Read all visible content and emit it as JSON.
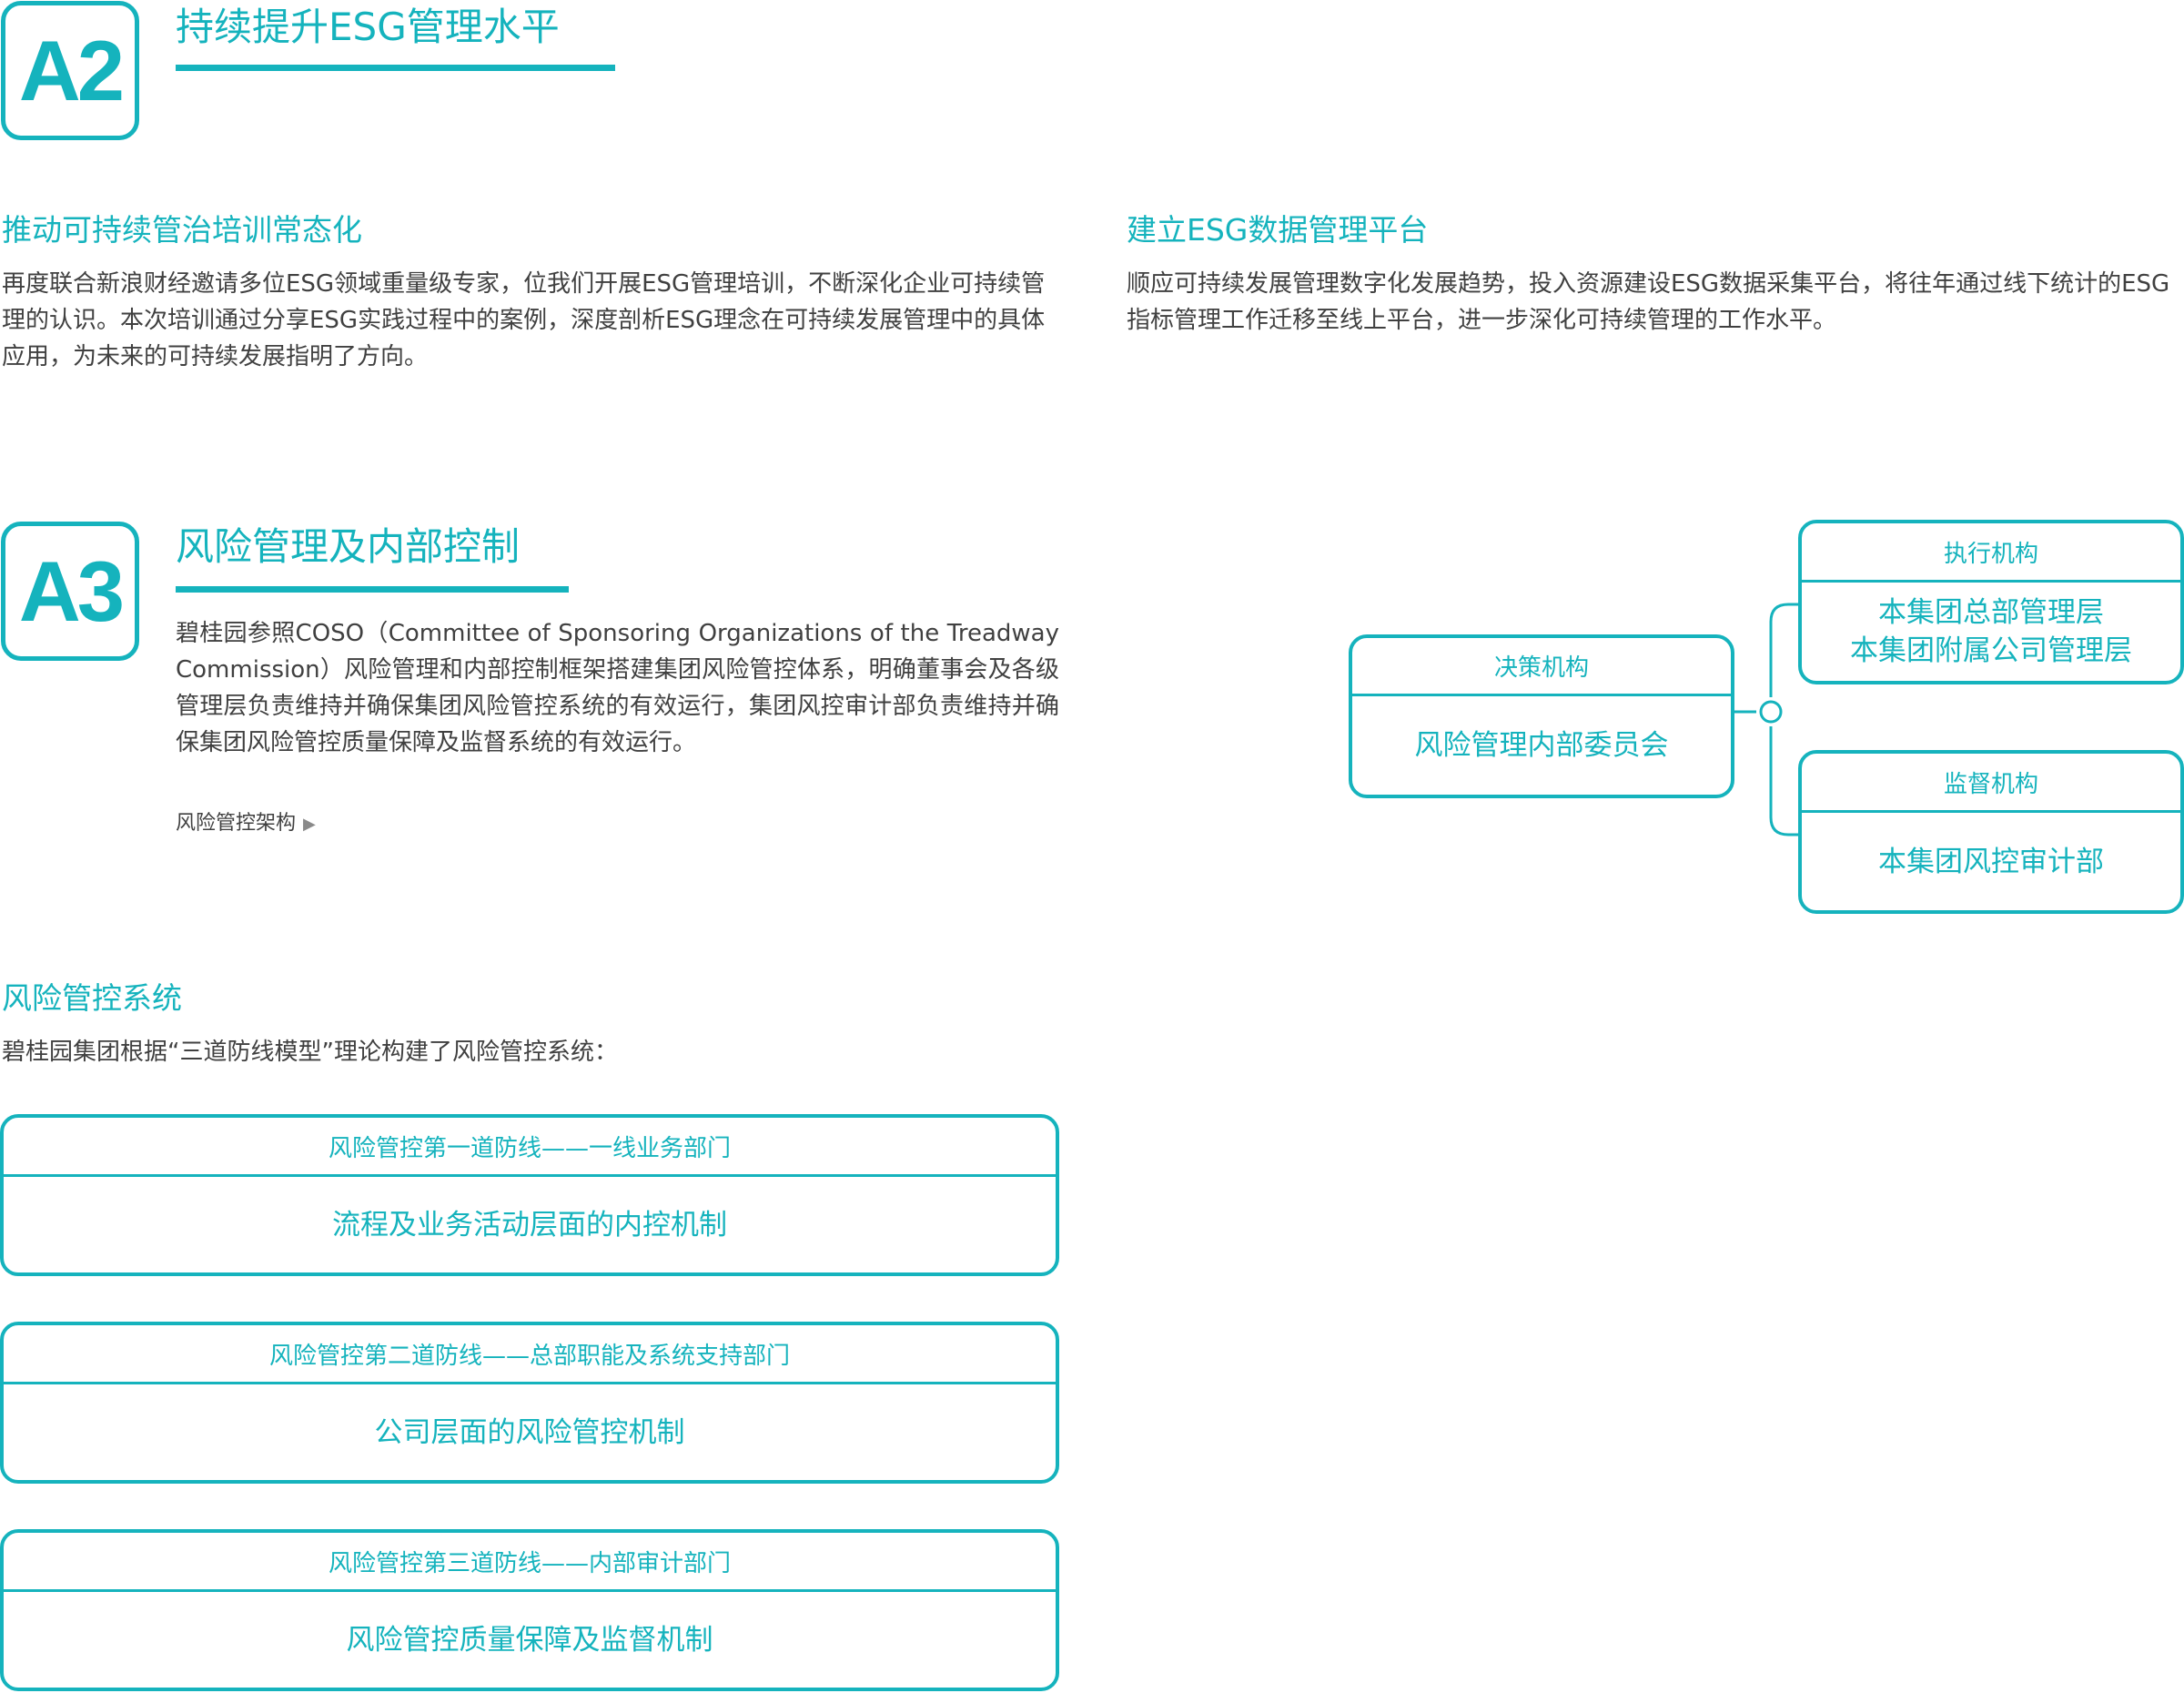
{
  "a2": {
    "badge": "A2",
    "title": "持续提升ESG管理水平",
    "left": {
      "heading": "推动可持续管治培训常态化",
      "body": "再度联合新浪财经邀请多位ESG领域重量级专家，位我们开展ESG管理培训，不断深化企业可持续管理的认识。本次培训通过分享ESG实践过程中的案例，深度剖析ESG理念在可持续发展管理中的具体应用，为未来的可持续发展指明了方向。"
    },
    "right": {
      "heading": "建立ESG数据管理平台",
      "body": "顺应可持续发展管理数字化发展趋势，投入资源建设ESG数据采集平台，将往年通过线下统计的ESG指标管理工作迁移至线上平台，进一步深化可持续管理的工作水平。"
    }
  },
  "a3": {
    "badge": "A3",
    "title": "风险管理及内部控制",
    "body": "碧桂园参照COSO（Committee of Sponsoring Organizations of the Treadway Commission）风险管理和内部控制框架搭建集团风险管控体系，明确董事会及各级管理层负责维持并确保集团风险管控系统的有效运行，集团风控审计部负责维持并确保集团风险管控质量保障及监督系统的有效运行。",
    "link_label": "风险管控架构",
    "link_arrow": "▶"
  },
  "org_chart": {
    "decision": {
      "head": "决策机构",
      "body": "风险管理内部委员会"
    },
    "execution": {
      "head": "执行机构",
      "line1": "本集团总部管理层",
      "line2": "本集团附属公司管理层"
    },
    "supervision": {
      "head": "监督机构",
      "body": "本集团风控审计部"
    }
  },
  "risk_system": {
    "heading": "风险管控系统",
    "intro": "碧桂园集团根据“三道防线模型”理论构建了风险管控系统：",
    "lines": [
      {
        "head": "风险管控第一道防线——一线业务部门",
        "body": "流程及业务活动层面的内控机制"
      },
      {
        "head": "风险管控第二道防线——总部职能及系统支持部门",
        "body": "公司层面的风险管控机制"
      },
      {
        "head": "风险管控第三道防线——内部审计部门",
        "body": "风险管控质量保障及监督机制"
      }
    ]
  },
  "colors": {
    "accent": "#15b3bd",
    "text": "#404040"
  }
}
